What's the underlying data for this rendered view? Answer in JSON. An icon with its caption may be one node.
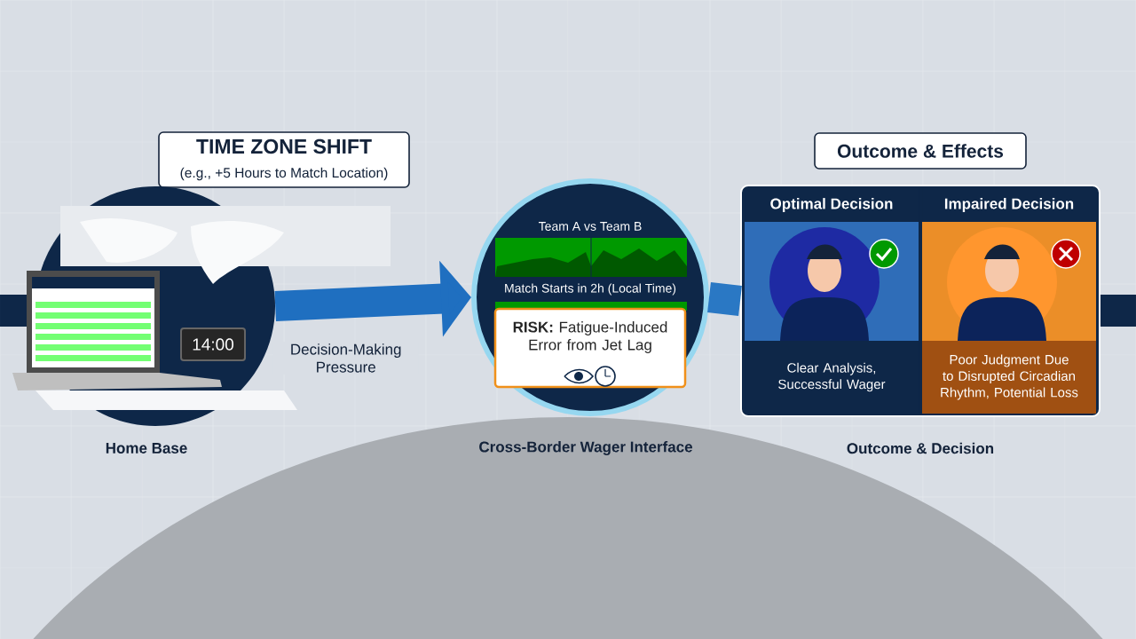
{
  "diagram": {
    "nodes": [
      {
        "text": [
          "TIME ZONE SHIFT",
          "(e.g., +5 Hours to Match Location)"
        ]
      },
      {
        "text": [],
        "shape": "picture",
        "beside": [
          "Home Base"
        ]
      },
      {
        "text": [
          "Team A vs Team B",
          "Match Starts in 2h (Local Time)"
        ],
        "beside": [
          "Cross-Border Wager Interface"
        ]
      },
      {
        "text": [
          "**RISK:** Fatigue-Induced Error from Jet Lag"
        ],
        "in": 2
      },
      {
        "text": [
          "Outcome & Effects"
        ]
      },
      {
        "text": [],
        "shape": "box",
        "beside": [
          "Outcome & Decision"
        ]
      },
      {
        "text": [
          "Optimal Decision",
          "Clear Analysis, Successful Wager"
        ],
        "in": 5
      },
      {
        "text": [
          "Impaired Decision",
          "Poor Judgment Due to Disrupted Circadian Rhythm, Potential Loss"
        ],
        "in": 5
      }
    ],
    "edges": [
      {
        "from": 1,
        "to": 2,
        "arrow": "to",
        "label": "Decision-Making Pressure",
        "color": "#1f6fc0"
      },
      {
        "from": 2,
        "to": 5,
        "arrow": "none",
        "color": "#2a78c4"
      }
    ],
    "labels": [
      "14:00"
    ]
  }
}
